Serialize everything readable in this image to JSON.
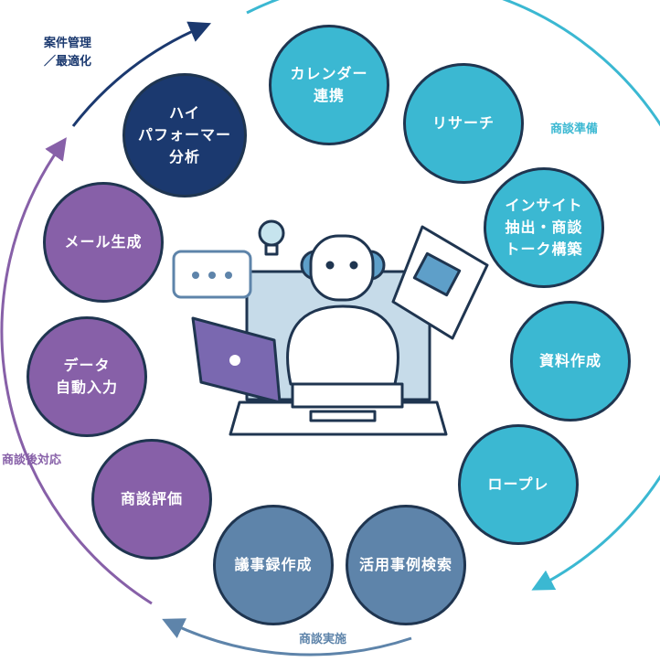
{
  "phases": {
    "prep": "商談準備",
    "execution": "商談実施",
    "followup": "商談後対応",
    "management": "案件管理\n／最適化"
  },
  "nodes": [
    {
      "label": "ハイ\nパフォーマー\n分析"
    },
    {
      "label": "カレンダー\n連携"
    },
    {
      "label": "リサーチ"
    },
    {
      "label": "インサイト\n抽出・商談\nトーク構築"
    },
    {
      "label": "資料作成"
    },
    {
      "label": "ロープレ"
    },
    {
      "label": "活用事例検索"
    },
    {
      "label": "議事録作成"
    },
    {
      "label": "商談評価"
    },
    {
      "label": "データ\n自動入力"
    },
    {
      "label": "メール生成"
    }
  ],
  "colors": {
    "teal": "#3bb8d2",
    "slate": "#5e84aa",
    "purple": "#8760a8",
    "navy": "#1b396f"
  }
}
